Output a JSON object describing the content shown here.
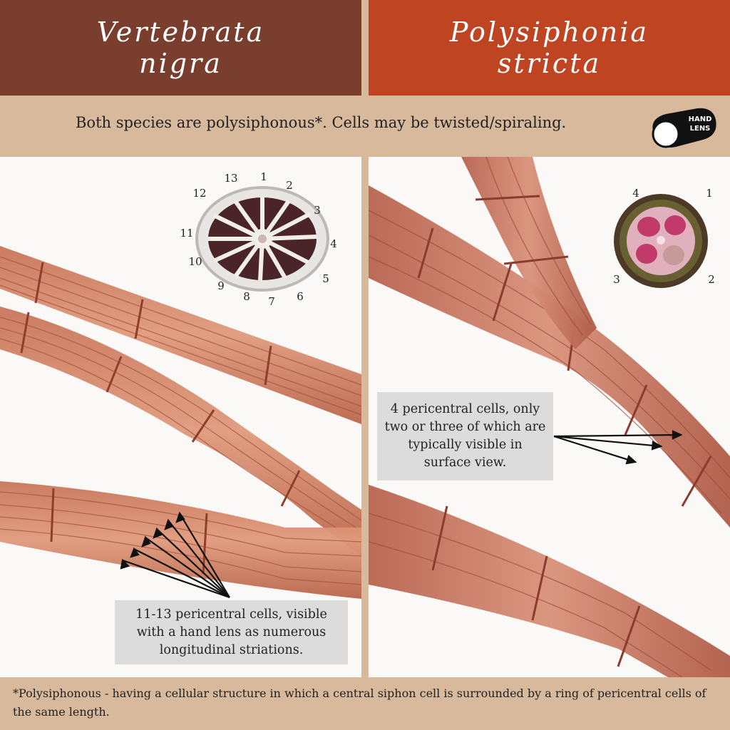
{
  "header": {
    "left_species_line1": "Vertebrata",
    "left_species_line2": "nigra",
    "right_species_line1": "Polysiphonia",
    "right_species_line2": "stricta",
    "left_color": "#7a3e2f",
    "right_color": "#bf4422"
  },
  "subtitle": "Both species are polysiphonous*. Cells may be twisted/spiraling.",
  "hand_lens": {
    "icon": "hand-lens-icon",
    "line1": "HAND",
    "line2": "LENS"
  },
  "left_panel": {
    "cross_section_labels": [
      "13",
      "1",
      "2",
      "3",
      "4",
      "5",
      "6",
      "7",
      "8",
      "9",
      "10",
      "11",
      "12"
    ],
    "callout": "11-13 pericentral cells, visible with a hand lens as numerous longitudinal striations."
  },
  "right_panel": {
    "cross_section_labels": [
      "4",
      "1",
      "3",
      "2"
    ],
    "callout": "4 pericentral cells, only two or three of which are typically visible in surface view."
  },
  "footer": "*Polysiphonous - having a cellular structure in which a central siphon cell is surrounded by a ring of pericentral cells of the same length."
}
